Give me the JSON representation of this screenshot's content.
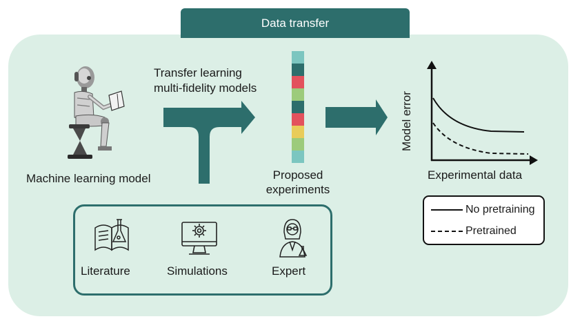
{
  "header": {
    "title": "Data transfer"
  },
  "ml_model": {
    "label": "Machine learning model",
    "icon": "robot-reading-icon"
  },
  "transfer": {
    "line1": "Transfer learning",
    "line2": "multi-fidelity models"
  },
  "proposed": {
    "line1": "Proposed",
    "line2": "experiments",
    "colors": [
      "#7cc6c0",
      "#2d6e6c",
      "#e3525d",
      "#9ccb7b",
      "#2d6e6c",
      "#e3525d",
      "#e9cc5a",
      "#9ccb7b",
      "#7cc6c0"
    ]
  },
  "sources": [
    {
      "label": "Literature",
      "icon": "book-flask-icon"
    },
    {
      "label": "Simulations",
      "icon": "computer-gear-icon"
    },
    {
      "label": "Expert",
      "icon": "scientist-icon"
    }
  ],
  "chart_data": {
    "type": "line",
    "title": "",
    "xlabel": "Experimental data",
    "ylabel": "Model error",
    "series": [
      {
        "name": "No pretraining",
        "style": "solid"
      },
      {
        "name": "Pretrained",
        "style": "dashed"
      }
    ]
  },
  "colors": {
    "accent": "#2d6e6c",
    "panel": "#dcefe6"
  }
}
